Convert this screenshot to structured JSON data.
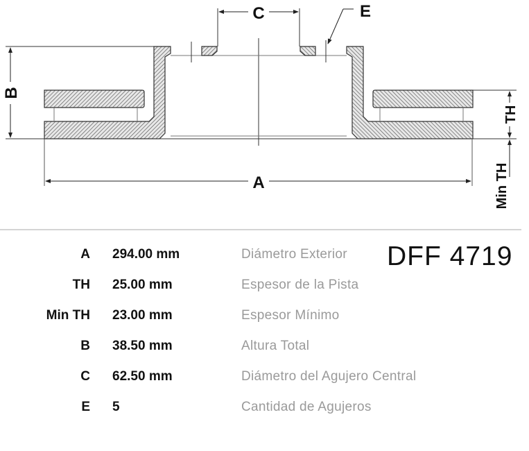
{
  "diagram": {
    "labels": {
      "A": "A",
      "B": "B",
      "C": "C",
      "E": "E",
      "TH": "TH",
      "min_th": "Min TH"
    }
  },
  "product_code": "DFF 4719",
  "specs": [
    {
      "key": "A",
      "value": "294.00 mm",
      "description": "Diámetro Exterior"
    },
    {
      "key": "TH",
      "value": "25.00 mm",
      "description": "Espesor de la Pista"
    },
    {
      "key": "Min TH",
      "value": "23.00 mm",
      "description": "Espesor Mínimo"
    },
    {
      "key": "B",
      "value": "38.50 mm",
      "description": "Altura Total"
    },
    {
      "key": "C",
      "value": "62.50 mm",
      "description": "Diámetro del Agujero Central"
    },
    {
      "key": "E",
      "value": "5",
      "description": "Cantidad de Agujeros"
    }
  ]
}
